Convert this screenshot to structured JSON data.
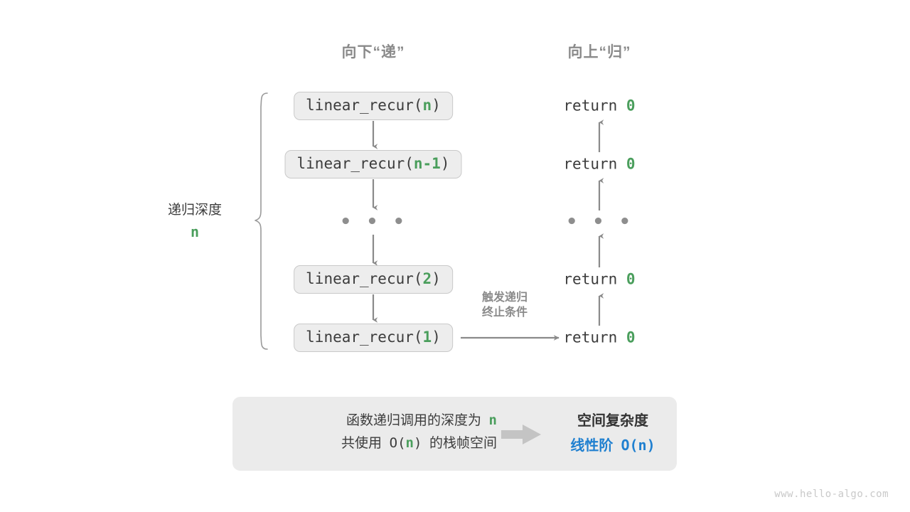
{
  "headers": {
    "down": "向下“递”",
    "up": "向上“归”"
  },
  "depth_annotation": {
    "label": "递归深度",
    "value": "n"
  },
  "side_note": {
    "line1": "触发递归",
    "line2": "终止条件"
  },
  "call_stack": [
    {
      "prefix": "linear_recur(",
      "arg": "n",
      "suffix": ")",
      "return_text": "return",
      "return_value": "0"
    },
    {
      "prefix": "linear_recur(",
      "arg": "n-1",
      "suffix": ")",
      "return_text": "return",
      "return_value": "0"
    },
    {
      "prefix": "linear_recur(",
      "arg": "2",
      "suffix": ")",
      "return_text": "return",
      "return_value": "0"
    },
    {
      "prefix": "linear_recur(",
      "arg": "1",
      "suffix": ")",
      "return_text": "return",
      "return_value": "0"
    }
  ],
  "ellipsis": "• • •",
  "summary": {
    "left_line1_a": "函数递归调用的深度为",
    "left_line1_n": "n",
    "left_line2_a": "共使用",
    "left_line2_o": "O(",
    "left_line2_n": "n",
    "left_line2_c": ")",
    "left_line2_b": "的栈帧空间",
    "arrow_icon": "right-block-arrow-icon",
    "right_title": "空间复杂度",
    "right_value_label": "线性阶",
    "right_value_formula": "O(n)"
  },
  "colors": {
    "green": "#4a9e5c",
    "blue": "#2080d0",
    "gray_text": "#3c3c3c",
    "gray_muted": "#8a8a8a",
    "panel_bg": "#ebebeb",
    "box_bg": "#ededed",
    "arrow": "#8a8a8a"
  },
  "watermark": "www.hello-algo.com"
}
